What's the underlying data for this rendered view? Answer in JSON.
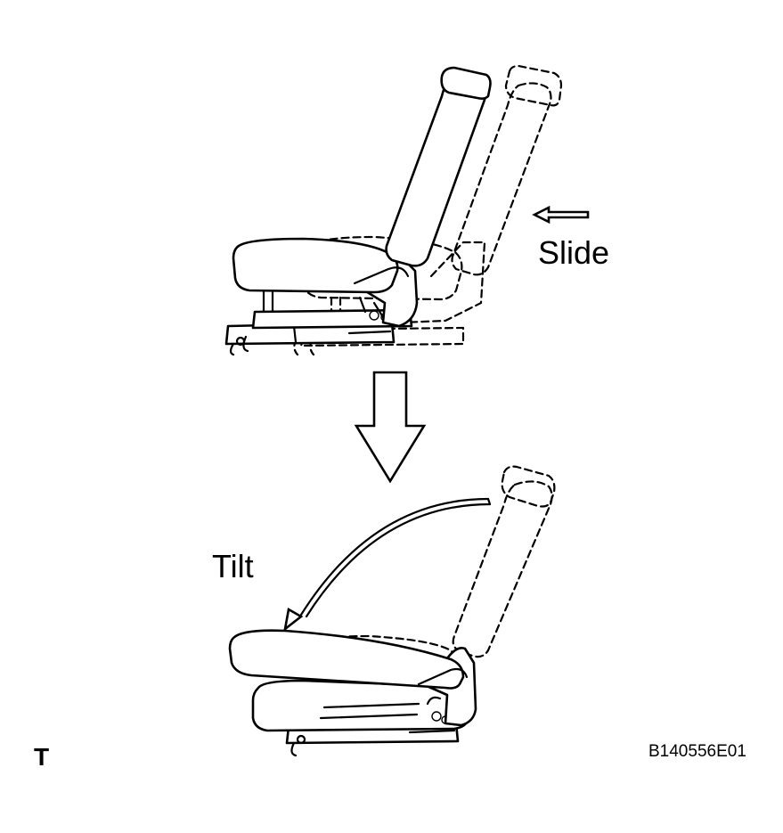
{
  "labels": {
    "slide": "Slide",
    "tilt": "Tilt",
    "corner": "T",
    "figure_code": "B140556E01"
  },
  "colors": {
    "ink": "#000000",
    "background": "#ffffff"
  }
}
